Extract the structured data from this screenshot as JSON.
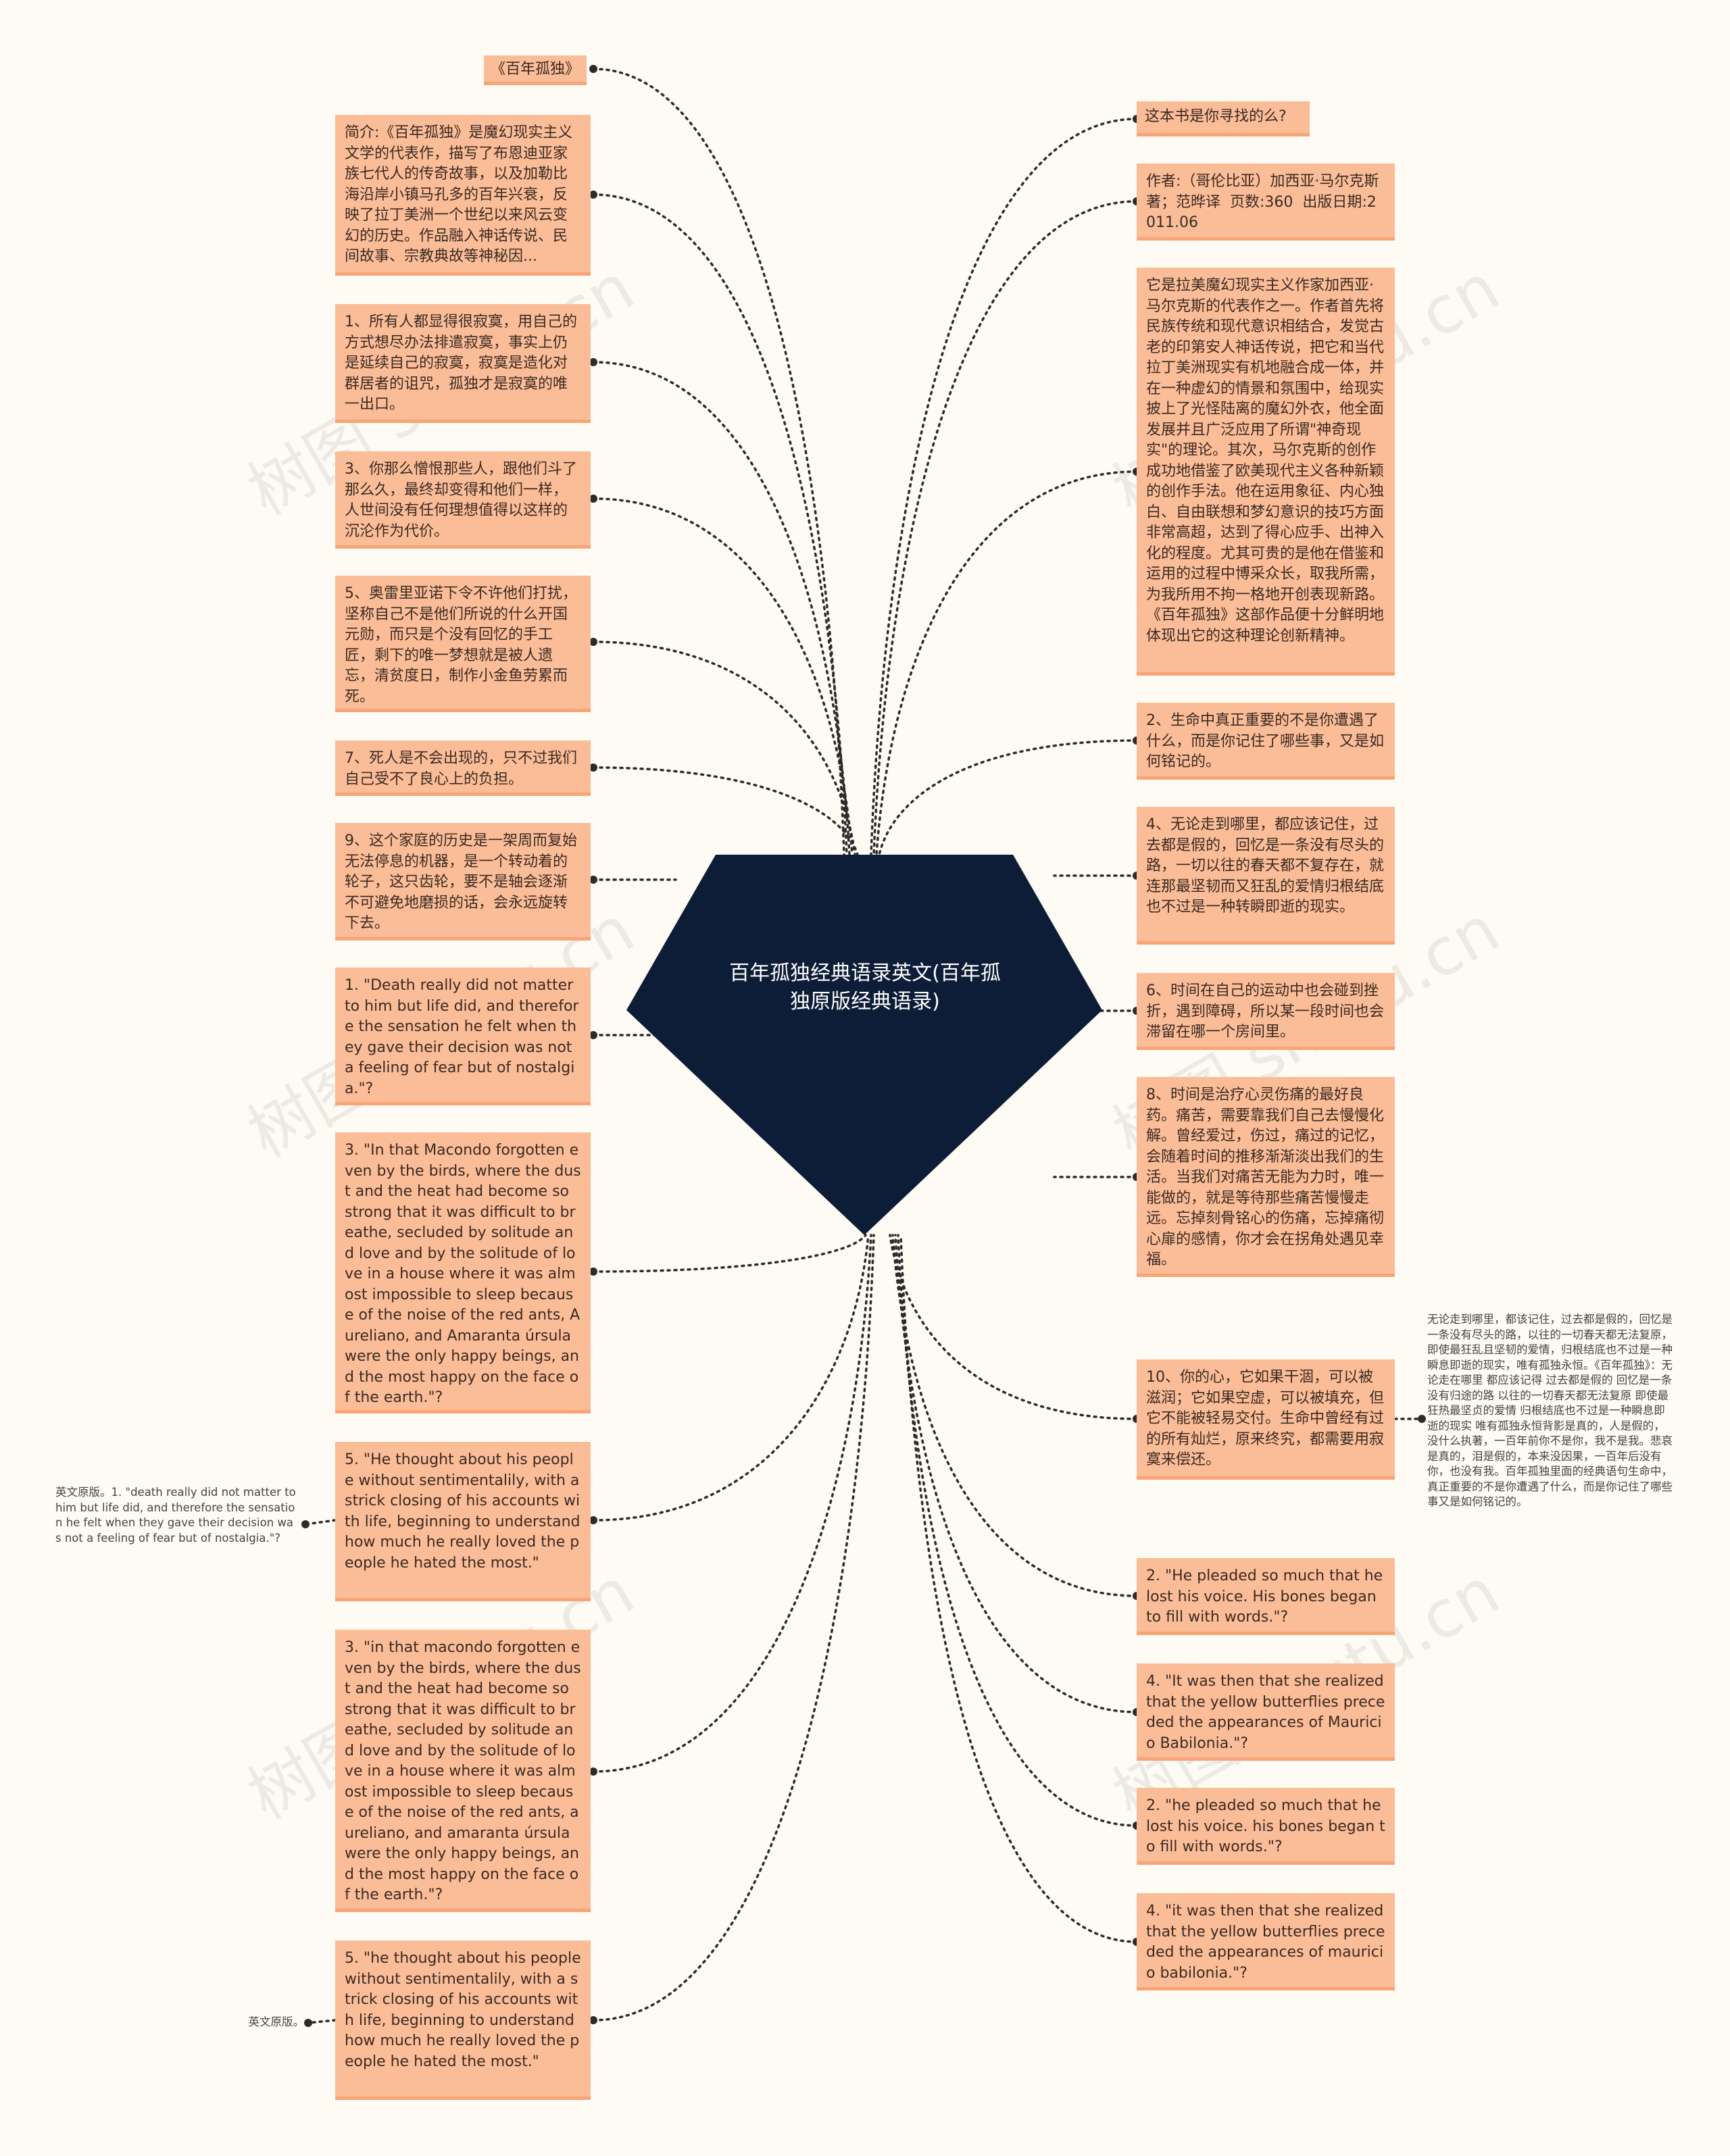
{
  "center": {
    "title": "百年孤独经典语录英文(百年孤独原版经典语录)"
  },
  "colors": {
    "central_fill": "#0d1c37",
    "node_fill": "#fbbd98",
    "node_border": "#f8a477",
    "link": "#2b2b2b",
    "background": "#fdfbf3"
  },
  "left_nodes": [
    {
      "text": "《百年孤独》"
    },
    {
      "text": "简介:《百年孤独》是魔幻现实主义文学的代表作，描写了布恩迪亚家族七代人的传奇故事，以及加勒比海沿岸小镇马孔多的百年兴衰，反映了拉丁美洲一个世纪以来风云变幻的历史。作品融入神话传说、民间故事、宗教典故等神秘因..."
    },
    {
      "text": "1、所有人都显得很寂寞，用自己的方式想尽办法排遣寂寞，事实上仍是延续自己的寂寞，寂寞是造化对群居者的诅咒，孤独才是寂寞的唯一出口。"
    },
    {
      "text": "3、你那么憎恨那些人，跟他们斗了那么久，最终却变得和他们一样，人世间没有任何理想值得以这样的沉沦作为代价。"
    },
    {
      "text": "5、奥雷里亚诺下令不许他们打扰，坚称自己不是他们所说的什么开国元勋，而只是个没有回忆的手工匠，剩下的唯一梦想就是被人遗忘，清贫度日，制作小金鱼劳累而死。"
    },
    {
      "text": "7、死人是不会出现的，只不过我们自己受不了良心上的负担。"
    },
    {
      "text": "9、这个家庭的历史是一架周而复始无法停息的机器，是一个转动着的轮子，这只齿轮，要不是轴会逐渐不可避免地磨损的话，会永远旋转下去。"
    },
    {
      "text": "1. \"Death really did not matter to him but life did, and therefore the sensation he felt when they gave their decision was not a feeling of fear but of nostalgia.\"?"
    },
    {
      "text": "3. \"In that Macondo forgotten even by the birds, where the dust and the heat had become so strong that it was difficult to breathe, secluded by solitude and love and by the solitude of love in a house where it was almost impossible to sleep because of the noise of the red ants, Aureliano, and Amaranta úrsula were the only happy beings, and the most happy on the face of the earth.\"?"
    },
    {
      "text": "5. \"He thought about his people without sentimentalily, with a strick closing of his accounts with life, beginning to understand how much he really loved the people he hated the most.\""
    },
    {
      "text": "3. \"in that macondo forgotten even by the birds, where the dust and the heat had become so strong that it was difficult to breathe, secluded by solitude and love and by the solitude of love in a house where it was almost impossible to sleep because of the noise of the red ants, aureliano, and amaranta úrsula were the only happy beings, and the most happy on the face of the earth.\"?"
    },
    {
      "text": "5. \"he thought about his people without sentimentalily, with a strick closing of his accounts with life, beginning to understand how much he really loved the people he hated the most.\""
    }
  ],
  "right_nodes": [
    {
      "text": "这本书是你寻找的么?"
    },
    {
      "text": "作者:（哥伦比亚）加西亚·马尔克斯著；范晔译  页数:360  出版日期:2011.06"
    },
    {
      "text": "它是拉美魔幻现实主义作家加西亚·马尔克斯的代表作之一。作者首先将民族传统和现代意识相结合，发觉古老的印第安人神话传说，把它和当代拉丁美洲现实有机地融合成一体，并在一种虚幻的情景和氛围中，给现实披上了光怪陆离的魔幻外衣，他全面发展并且广泛应用了所谓\"神奇现实\"的理论。其次，马尔克斯的创作成功地借鉴了欧美现代主义各种新颖的创作手法。他在运用象征、内心独白、自由联想和梦幻意识的技巧方面非常高超，达到了得心应手、出神入化的程度。尤其可贵的是他在借鉴和运用的过程中博采众长，取我所需，为我所用不拘一格地开创表现新路。《百年孤独》这部作品便十分鲜明地体现出它的这种理论创新精神。"
    },
    {
      "text": "2、生命中真正重要的不是你遭遇了什么，而是你记住了哪些事，又是如何铭记的。"
    },
    {
      "text": "4、无论走到哪里，都应该记住，过去都是假的，回忆是一条没有尽头的路，一切以往的春天都不复存在，就连那最坚韧而又狂乱的爱情归根结底也不过是一种转瞬即逝的现实。"
    },
    {
      "text": "6、时间在自己的运动中也会碰到挫折，遇到障碍，所以某一段时间也会滞留在哪一个房间里。"
    },
    {
      "text": "8、时间是治疗心灵伤痛的最好良药。痛苦，需要靠我们自己去慢慢化解。曾经爱过，伤过，痛过的记忆，会随着时间的推移渐渐淡出我们的生活。当我们对痛苦无能为力时，唯一能做的，就是等待那些痛苦慢慢走远。忘掉刻骨铭心的伤痛，忘掉痛彻心扉的感情，你才会在拐角处遇见幸福。"
    },
    {
      "text": "10、你的心，它如果干涸，可以被滋润；它如果空虚，可以被填充，但它不能被轻易交付。生命中曾经有过的所有灿烂，原来终究，都需要用寂寞来偿还。"
    },
    {
      "text": "2. \"He pleaded so much that he lost his voice. His bones began to fill with words.\"?"
    },
    {
      "text": "4. \"It was then that she realized that the yellow butterflies preceded the appearances of Mauricio Babilonia.\"?"
    },
    {
      "text": "2. \"he pleaded so much that he lost his voice. his bones began to fill with words.\"?"
    },
    {
      "text": "4. \"it was then that she realized that the yellow butterflies preceded the appearances of mauricio babilonia.\"?"
    }
  ],
  "side_notes": [
    {
      "text": "英文原版。1. \"death really did not matter to him but life did, and therefore the sensation he felt when they gave their decision was not a feeling of fear but of nostalgia.\"?"
    },
    {
      "text": "英文原版。"
    },
    {
      "text": "无论走到哪里，都该记住，过去都是假的，回忆是一条没有尽头的路，以往的一切春天都无法复原，即使最狂乱且坚韧的爱情，归根结底也不过是一种瞬息即逝的现实，唯有孤独永恒。《百年孤独》：无论走在哪里 都应该记得 过去都是假的 回忆是一条没有归途的路 以往的一切春天都无法复原 即使最狂热最坚贞的爱情 归根结底也不过是一种瞬息即逝的现实 唯有孤独永恒背影是真的，人是假的，没什么执著，一百年前你不是你，我不是我。悲哀是真的，泪是假的，本来没因果，一百年后没有你，也没有我。百年孤独里面的经典语句生命中，真正重要的不是你遭遇了什么，而是你记住了哪些事又是如何铭记的。"
    }
  ],
  "watermark": "树图 shutu.cn"
}
